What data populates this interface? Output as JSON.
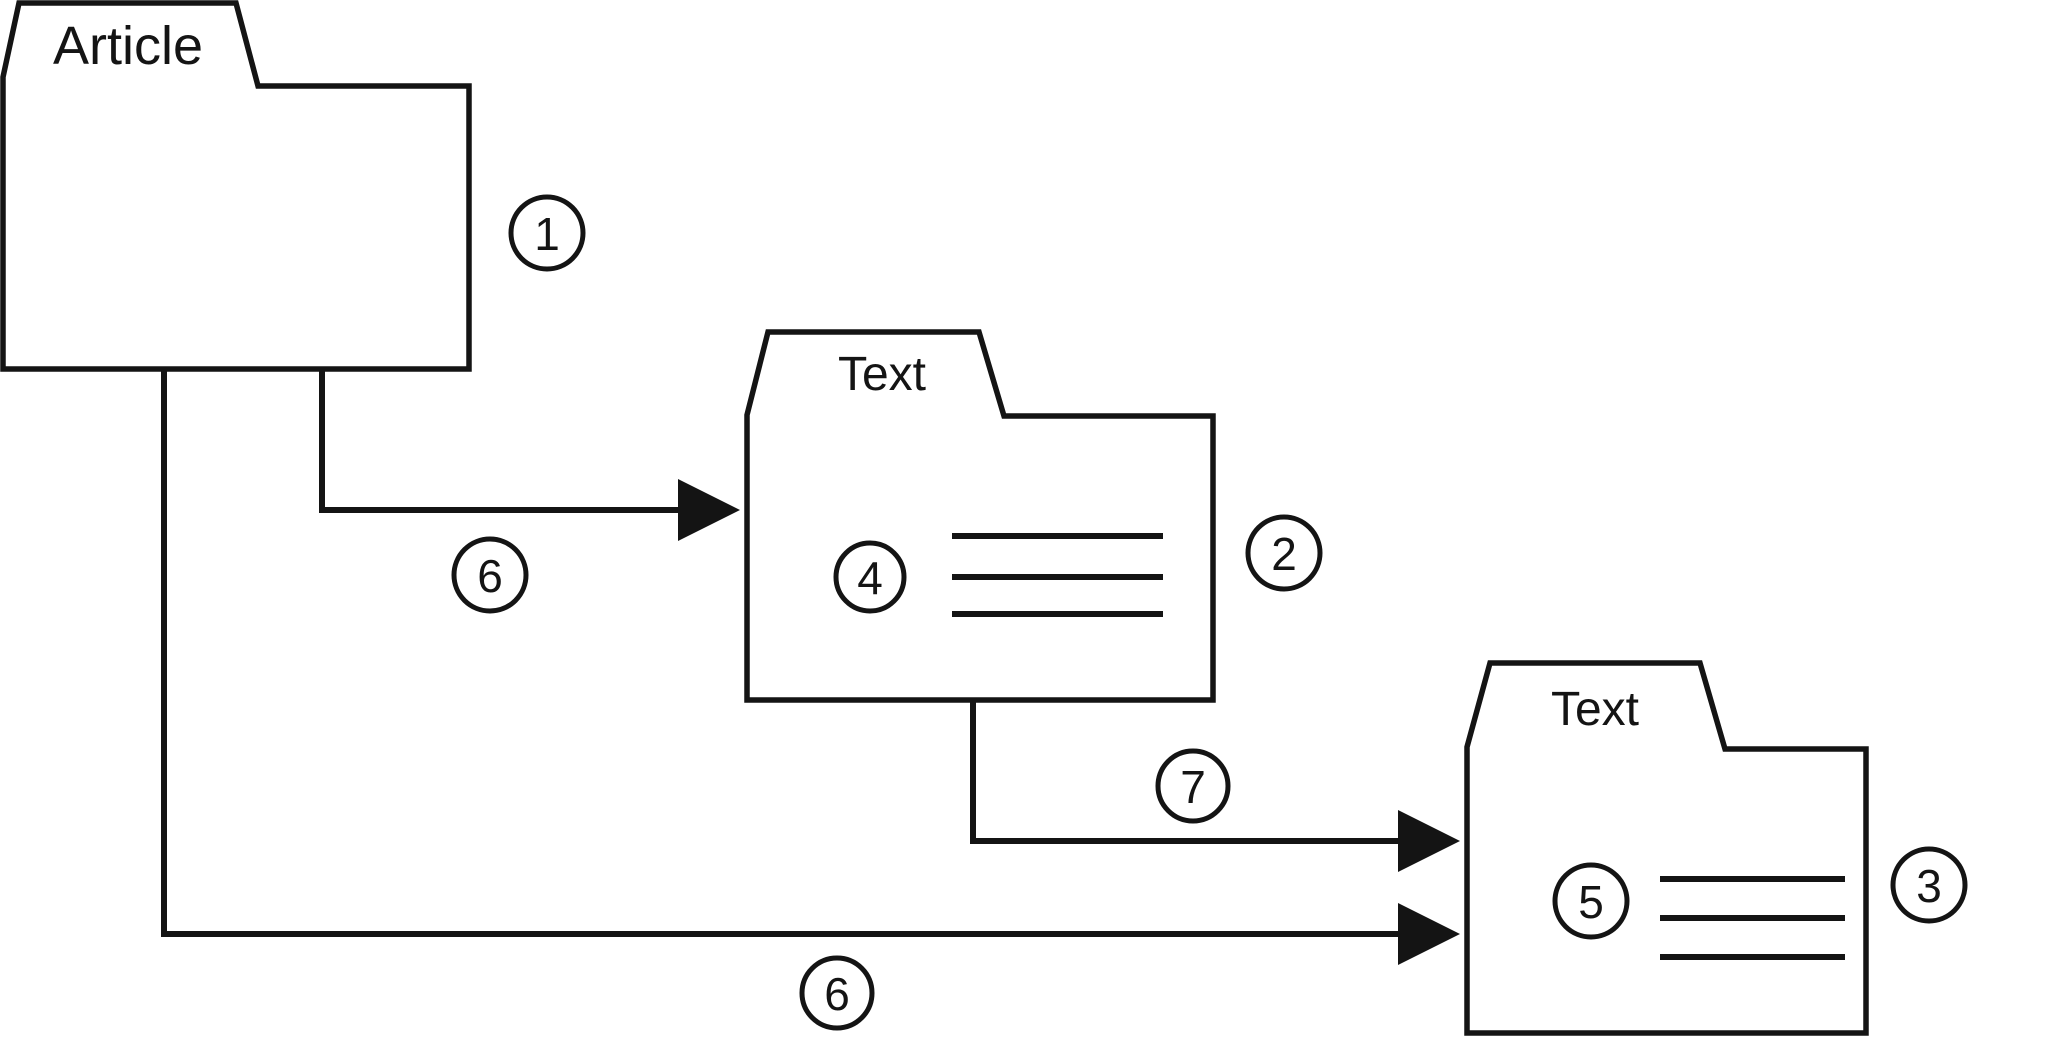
{
  "diagram": {
    "background_color": "#ffffff",
    "line_color": "#141414",
    "folders": [
      {
        "id": "folder-1",
        "label": "Article",
        "annotation_number": "1",
        "content_lines": 0
      },
      {
        "id": "folder-2",
        "label": "Text",
        "annotation_number": "2",
        "content_badge": "4",
        "content_lines": 3
      },
      {
        "id": "folder-3",
        "label": "Text",
        "annotation_number": "3",
        "content_badge": "5",
        "content_lines": 3
      }
    ],
    "connectors": [
      {
        "id": "arrow-article-to-text2",
        "from": "folder-1",
        "to": "folder-2",
        "label": "6"
      },
      {
        "id": "arrow-text2-to-text3",
        "from": "folder-2",
        "to": "folder-3",
        "label": "7"
      },
      {
        "id": "arrow-article-to-text3",
        "from": "folder-1",
        "to": "folder-3",
        "label": "6"
      }
    ]
  }
}
